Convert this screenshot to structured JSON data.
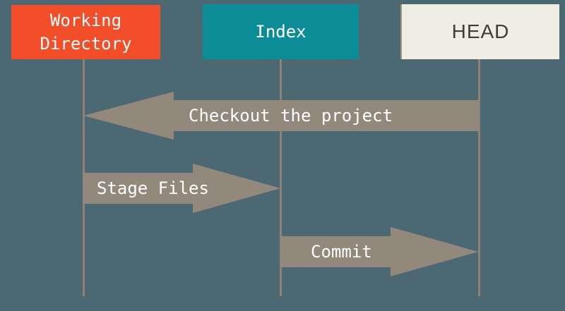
{
  "columns": [
    {
      "id": "working-directory",
      "label": "Working\nDirectory",
      "color": "#F14E29",
      "text_color": "#FFFFFF"
    },
    {
      "id": "index",
      "label": "Index",
      "color": "#0B8C97",
      "text_color": "#FFFFFF"
    },
    {
      "id": "head",
      "label": "HEAD",
      "color": "#F0EDE5",
      "text_color": "#403D38"
    }
  ],
  "arrows": [
    {
      "label": "Checkout the project",
      "from": "HEAD",
      "to": "Working Directory",
      "direction": "left"
    },
    {
      "label": "Stage Files",
      "from": "Working Directory",
      "to": "Index",
      "direction": "right"
    },
    {
      "label": "Commit",
      "from": "Index",
      "to": "HEAD",
      "direction": "right"
    }
  ],
  "colors": {
    "background": "#4C6872",
    "arrow": "#92897C",
    "lifeline": "#8D8477"
  }
}
